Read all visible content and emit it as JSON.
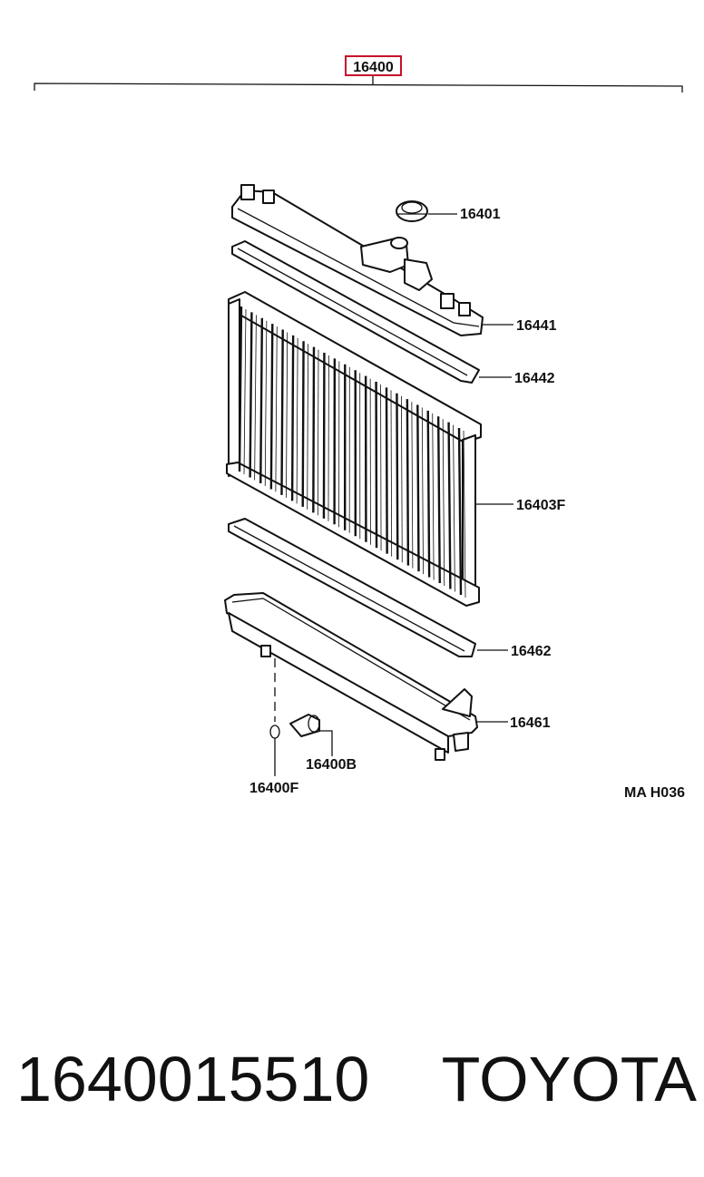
{
  "diagram": {
    "assembly_label": "16400",
    "labels": {
      "cap": "16401",
      "upper_tank": "16441",
      "upper_gasket": "16442",
      "core": "16403F",
      "lower_gasket": "16462",
      "lower_tank": "16461",
      "drain_cock": "16400B",
      "drain_oring": "16400F",
      "ref_code": "MA H036"
    }
  },
  "footer": {
    "part_number": "1640015510",
    "brand": "TOYOTA"
  },
  "colors": {
    "assembly_box": "#c8102e",
    "line": "#111111"
  }
}
